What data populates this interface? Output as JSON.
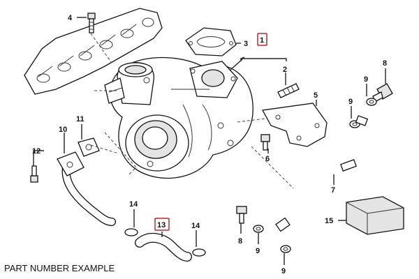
{
  "footer": {
    "caption": "PART NUMBER EXAMPLE"
  },
  "callouts": {
    "c1": "1",
    "c2": "2",
    "c3": "3",
    "c4": "4",
    "c5": "5",
    "c6": "6",
    "c7": "7",
    "c8a": "8",
    "c8b": "8",
    "c9a": "9",
    "c9b": "9",
    "c9c": "9",
    "c9d": "9",
    "c10": "10",
    "c11": "11",
    "c12": "12",
    "c13": "13",
    "c14a": "14",
    "c14b": "14",
    "c15": "15"
  },
  "highlighted_callouts": [
    "1",
    "13"
  ],
  "colors": {
    "highlight": "#c4262e",
    "ink": "#111111",
    "part_shade": "#e4e4e4"
  }
}
